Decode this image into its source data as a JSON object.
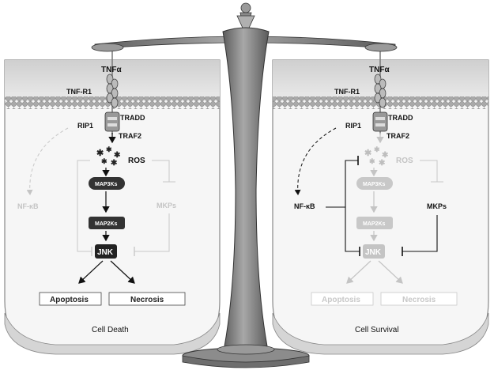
{
  "left_panel": {
    "ligand": "TNFα",
    "receptor": "TNF-R1",
    "adaptor_1": "TRADD",
    "adaptor_2": "RIP1",
    "adaptor_3": "TRAF2",
    "ros": "ROS",
    "map3k": "MAP3Ks",
    "map2k": "MAP2Ks",
    "jnk": "JNK",
    "nfkb": "NF-κB",
    "mkp": "MKPs",
    "outcome_1": "Apoptosis",
    "outcome_2": "Necrosis",
    "footer": "Cell Death"
  },
  "right_panel": {
    "ligand": "TNFα",
    "receptor": "TNF-R1",
    "adaptor_1": "TRADD",
    "adaptor_2": "RIP1",
    "adaptor_3": "TRAF2",
    "ros": "ROS",
    "map3k": "MAP3Ks",
    "map2k": "MAP2Ks",
    "jnk": "JNK",
    "nfkb": "NF-κB",
    "mkp": "MKPs",
    "outcome_1": "Apoptosis",
    "outcome_2": "Necrosis",
    "footer": "Cell Survival"
  },
  "colors": {
    "membrane": "#b8b8b8",
    "cell_fill": "#f4f4f4",
    "scale_metal": "#8a8a8a",
    "active": "#111111",
    "inactive": "#c4c4c4"
  }
}
